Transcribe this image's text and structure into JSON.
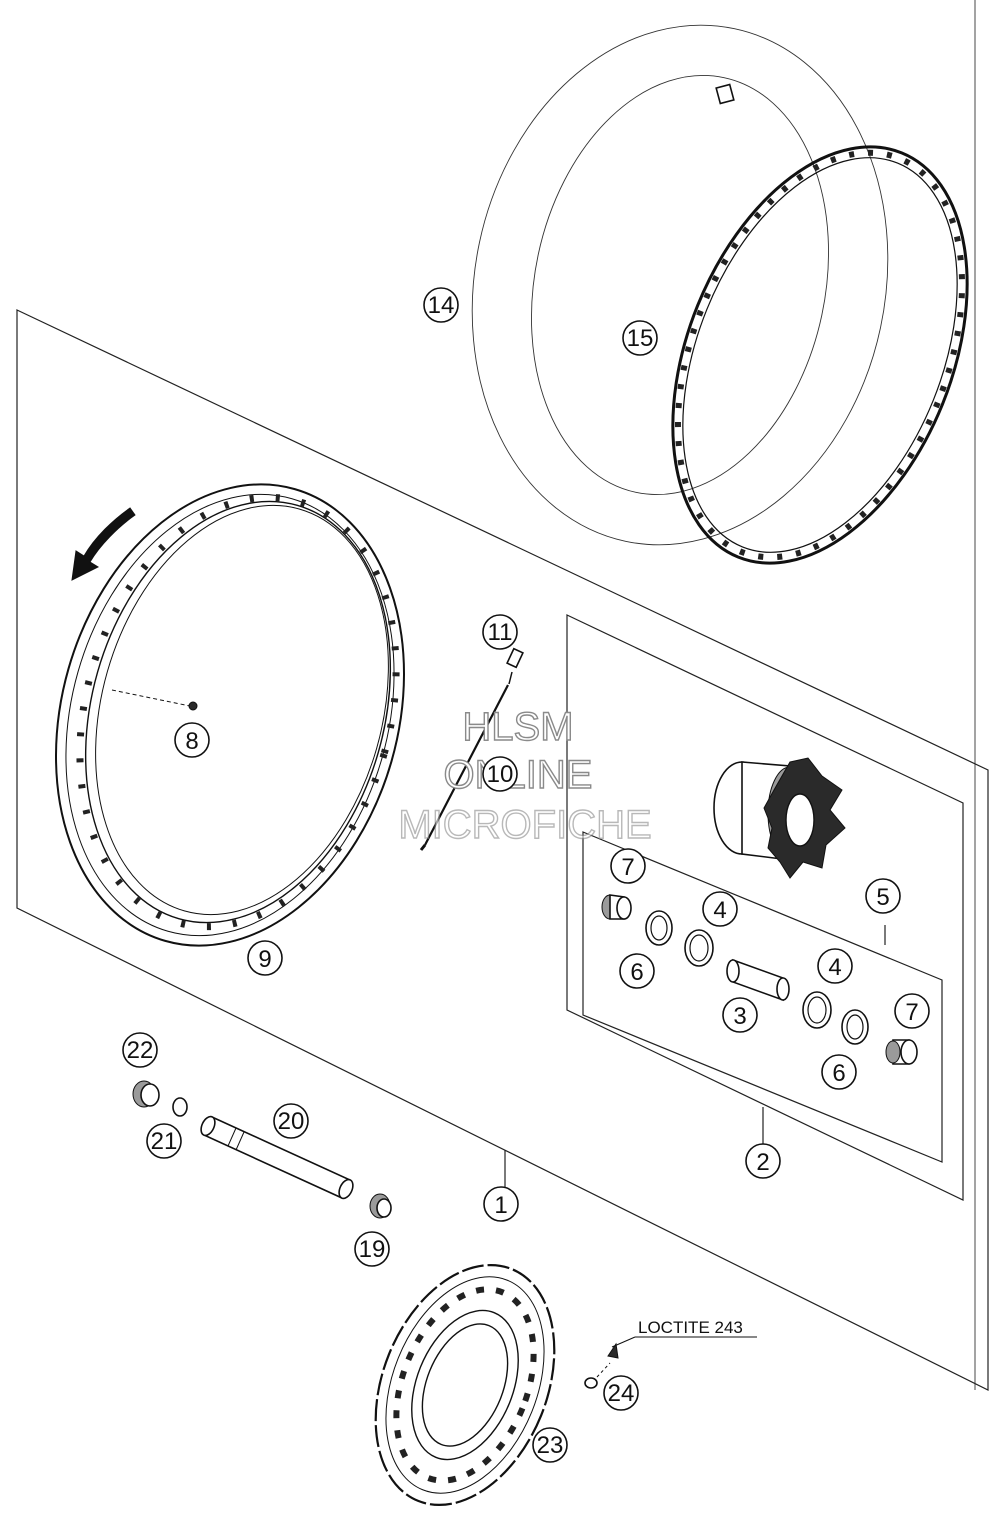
{
  "watermark": {
    "line1": "HLSM",
    "line2": "ONLINE",
    "line3": "MICROFICHE"
  },
  "note": "LOCTITE 243",
  "callouts": {
    "c1": "1",
    "c2": "2",
    "c3": "3",
    "c4a": "4",
    "c4b": "4",
    "c5": "5",
    "c6a": "6",
    "c6b": "6",
    "c7a": "7",
    "c7b": "7",
    "c8": "8",
    "c9": "9",
    "c10": "10",
    "c11": "11",
    "c14": "14",
    "c15": "15",
    "c19": "19",
    "c20": "20",
    "c21": "21",
    "c22": "22",
    "c23": "23",
    "c24": "24"
  }
}
